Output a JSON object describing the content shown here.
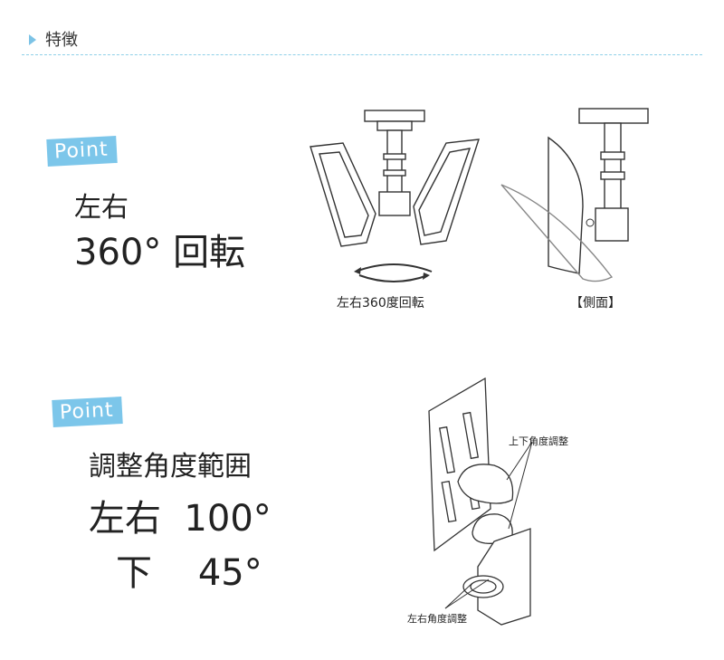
{
  "header": {
    "title": "特徴"
  },
  "point1": {
    "badge": "Point",
    "line1": "左右",
    "line2": "360° 回転",
    "caption_rotation": "左右360度回転",
    "caption_side": "【側面】"
  },
  "point2": {
    "badge": "Point",
    "line1": "調整角度範囲",
    "line2": "左右  100°",
    "line3": "下    45°",
    "label_updown": "上下角度調整",
    "label_leftright": "左右角度調整"
  },
  "colors": {
    "accent": "#7cc6ea",
    "text": "#222222",
    "dash": "#8fd0e8"
  }
}
